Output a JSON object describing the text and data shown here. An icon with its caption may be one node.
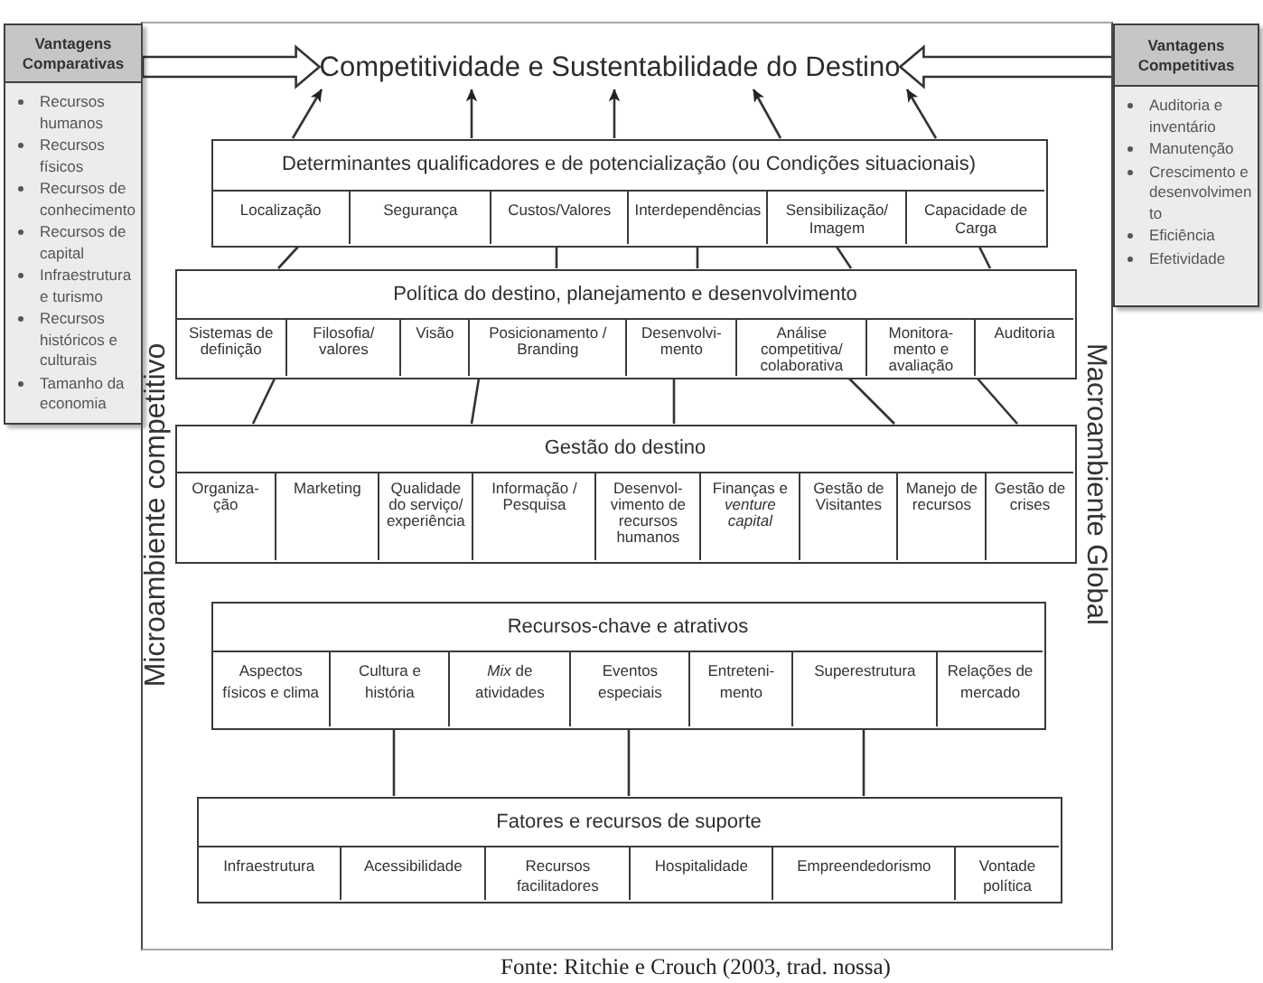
{
  "diagram": {
    "caption": "Fonte: Ritchie e Crouch (2003, trad. nossa)",
    "nodes": [
      {
        "text": [
          "Vantagens Comparativas",
          "Recursos humanos",
          "Recursos físicos",
          "Recursos de conhecimento",
          "Recursos de capital",
          "Infraestrutura e turismo",
          "Recursos históricos e culturais",
          "Tamanho da economia"
        ]
      },
      {
        "text": [
          "Microambiente competitivo",
          "Macroambiente Global"
        ]
      },
      {
        "text": [
          "Competitividade e Sustentabilidade do Destino"
        ],
        "in": 1
      },
      {
        "text": [
          "Vantagens Competitivas",
          "Auditoria e inventário",
          "Manutenção",
          "Crescimento e desenvolvimento",
          "Eficiência",
          "Efetividade"
        ]
      },
      {
        "text": [
          "Determinantes qualificadores e de potencialização (ou Condições situacionais)"
        ],
        "in": 1
      },
      {
        "text": [
          "Localização"
        ],
        "in": 4
      },
      {
        "text": [
          "Segurança"
        ],
        "in": 4
      },
      {
        "text": [
          "Custos/Valores"
        ],
        "in": 4
      },
      {
        "text": [
          "Interdependências"
        ],
        "in": 4
      },
      {
        "text": [
          "Sensibilização/ Imagem"
        ],
        "in": 4
      },
      {
        "text": [
          "Capacidade de Carga"
        ],
        "in": 4
      },
      {
        "text": [
          "Política do destino, planejamento e desenvolvimento"
        ],
        "in": 1
      },
      {
        "text": [
          "Sistemas de definição"
        ],
        "in": 11
      },
      {
        "text": [
          "Filosofia/ valores"
        ],
        "in": 11
      },
      {
        "text": [
          "Visão"
        ],
        "in": 11
      },
      {
        "text": [
          "Posicionamento / Branding"
        ],
        "in": 11
      },
      {
        "text": [
          "Desenvolvi- mento"
        ],
        "in": 11
      },
      {
        "text": [
          "Análise competitiva/ colaborativa"
        ],
        "in": 11
      },
      {
        "text": [
          "Monitora- mento e avaliação"
        ],
        "in": 11
      },
      {
        "text": [
          "Auditoria"
        ],
        "in": 11
      },
      {
        "text": [
          "Gestão do destino"
        ],
        "in": 1
      },
      {
        "text": [
          "Organiza- ção"
        ],
        "in": 20
      },
      {
        "text": [
          "Marketing"
        ],
        "in": 20
      },
      {
        "text": [
          "Qualidade do serviço/ experiência"
        ],
        "in": 20
      },
      {
        "text": [
          "Informação / Pesquisa"
        ],
        "in": 20
      },
      {
        "text": [
          "Desenvol- vimento de recursos humanos"
        ],
        "in": 20
      },
      {
        "text": [
          "Finanças e *venture capital*"
        ],
        "in": 20
      },
      {
        "text": [
          "Gestão de Visitantes"
        ],
        "in": 20
      },
      {
        "text": [
          "Manejo de recursos"
        ],
        "in": 20
      },
      {
        "text": [
          "Gestão de crises"
        ],
        "in": 20
      },
      {
        "text": [
          "Recursos-chave e atrativos"
        ],
        "in": 1
      },
      {
        "text": [
          "Aspectos físicos e clima"
        ],
        "in": 30
      },
      {
        "text": [
          "Cultura e história"
        ],
        "in": 30
      },
      {
        "text": [
          "*Mix* de atividades"
        ],
        "in": 30
      },
      {
        "text": [
          "Eventos especiais"
        ],
        "in": 30
      },
      {
        "text": [
          "Entreteni- mento"
        ],
        "in": 30
      },
      {
        "text": [
          "Superestrutura"
        ],
        "in": 30
      },
      {
        "text": [
          "Relações de mercado"
        ],
        "in": 30
      },
      {
        "text": [
          "Fatores e recursos de suporte"
        ],
        "in": 1
      },
      {
        "text": [
          "Infraestrutura"
        ],
        "in": 38
      },
      {
        "text": [
          "Acessibilidade"
        ],
        "in": 38
      },
      {
        "text": [
          "Recursos facilitadores"
        ],
        "in": 38
      },
      {
        "text": [
          "Hospitalidade"
        ],
        "in": 38
      },
      {
        "text": [
          "Empreendedorismo"
        ],
        "in": 38
      },
      {
        "text": [
          "Vontade política"
        ],
        "in": 38
      }
    ],
    "edges": [
      {
        "from": 0,
        "to": 2,
        "arrow": "to",
        "style": "thick"
      },
      {
        "from": 3,
        "to": 2,
        "arrow": "to",
        "style": "thick"
      },
      {
        "from": 4,
        "to": 2,
        "arrow": "to"
      },
      {
        "from": 4,
        "to": 2,
        "arrow": "to"
      },
      {
        "from": 4,
        "to": 2,
        "arrow": "to"
      },
      {
        "from": 4,
        "to": 2,
        "arrow": "to"
      },
      {
        "from": 4,
        "to": 2,
        "arrow": "to"
      },
      {
        "from": 11,
        "to": 4,
        "arrow": "none"
      },
      {
        "from": 11,
        "to": 4,
        "arrow": "none"
      },
      {
        "from": 11,
        "to": 4,
        "arrow": "none"
      },
      {
        "from": 11,
        "to": 4,
        "arrow": "none"
      },
      {
        "from": 11,
        "to": 4,
        "arrow": "none"
      },
      {
        "from": 20,
        "to": 11,
        "arrow": "none"
      },
      {
        "from": 20,
        "to": 11,
        "arrow": "none"
      },
      {
        "from": 20,
        "to": 11,
        "arrow": "none"
      },
      {
        "from": 20,
        "to": 11,
        "arrow": "none"
      },
      {
        "from": 20,
        "to": 11,
        "arrow": "none"
      },
      {
        "from": 38,
        "to": 30,
        "arrow": "none"
      },
      {
        "from": 38,
        "to": 30,
        "arrow": "none"
      },
      {
        "from": 38,
        "to": 30,
        "arrow": "none"
      }
    ]
  }
}
